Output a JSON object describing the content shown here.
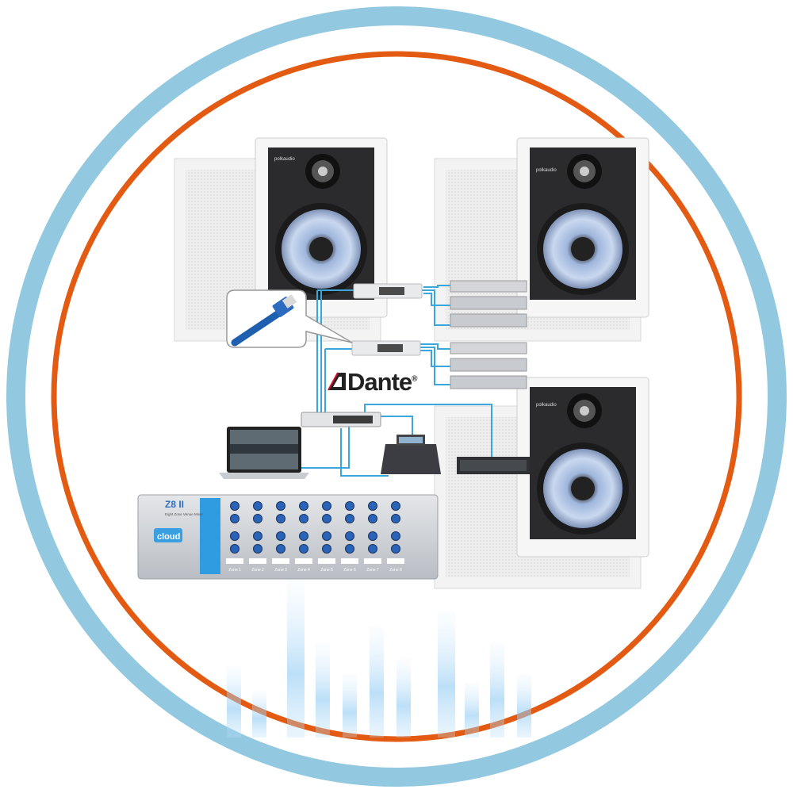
{
  "dante": {
    "label": "Dante",
    "reg": "®"
  },
  "brands": {
    "speaker_brand": "polkaudio",
    "matrix_brand": "cloud"
  },
  "matrix": {
    "model": "Z8 II",
    "subtitle": "Eight Zone Venue Mixer",
    "zones": [
      "Zone 1",
      "Zone 2",
      "Zone 3",
      "Zone 4",
      "Zone 5",
      "Zone 6",
      "Zone 7",
      "Zone 8"
    ]
  },
  "colors": {
    "outer_ring": "#93c9e0",
    "inner_ring": "#e35a12",
    "cable": "#3ba6d9",
    "knob": "#2a63b8",
    "woofer": "#b9cdea"
  }
}
